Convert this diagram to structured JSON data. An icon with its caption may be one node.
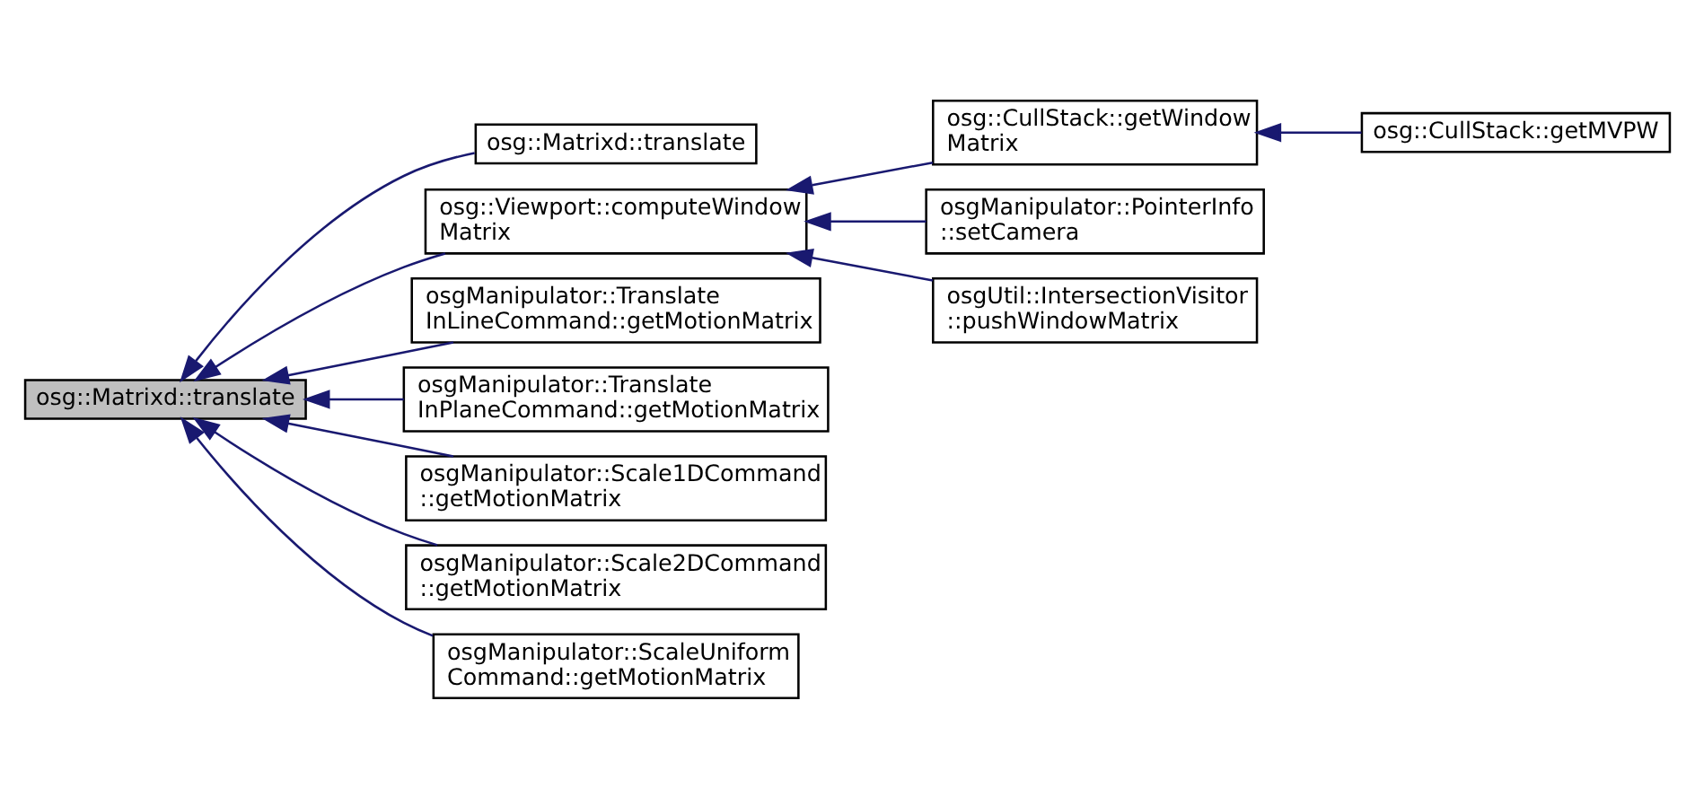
{
  "diagram": {
    "nodes": [
      {
        "text": [
          "osg::Matrixd::translate"
        ]
      },
      {
        "text": [
          "osg::Matrixd::translate"
        ]
      },
      {
        "text": [
          "osg::Viewport::computeWindow Matrix"
        ]
      },
      {
        "text": [
          "osgManipulator::Translate InLineCommand::getMotionMatrix"
        ]
      },
      {
        "text": [
          "osgManipulator::Translate InPlaneCommand::getMotionMatrix"
        ]
      },
      {
        "text": [
          "osgManipulator::Scale1DCommand ::getMotionMatrix"
        ]
      },
      {
        "text": [
          "osgManipulator::Scale2DCommand ::getMotionMatrix"
        ]
      },
      {
        "text": [
          "osgManipulator::ScaleUniform Command::getMotionMatrix"
        ]
      },
      {
        "text": [
          "osg::CullStack::getWindow Matrix"
        ]
      },
      {
        "text": [
          "osgManipulator::PointerInfo ::setCamera"
        ]
      },
      {
        "text": [
          "osgUtil::IntersectionVisitor ::pushWindowMatrix"
        ]
      },
      {
        "text": [
          "osg::CullStack::getMVPW"
        ]
      }
    ],
    "edges": [
      {
        "from": 1,
        "to": 0,
        "arrow": "to"
      },
      {
        "from": 2,
        "to": 0,
        "arrow": "to"
      },
      {
        "from": 3,
        "to": 0,
        "arrow": "to"
      },
      {
        "from": 4,
        "to": 0,
        "arrow": "to"
      },
      {
        "from": 5,
        "to": 0,
        "arrow": "to"
      },
      {
        "from": 6,
        "to": 0,
        "arrow": "to"
      },
      {
        "from": 7,
        "to": 0,
        "arrow": "to"
      },
      {
        "from": 8,
        "to": 2,
        "arrow": "to"
      },
      {
        "from": 9,
        "to": 2,
        "arrow": "to"
      },
      {
        "from": 10,
        "to": 2,
        "arrow": "to"
      },
      {
        "from": 11,
        "to": 8,
        "arrow": "to"
      }
    ]
  }
}
